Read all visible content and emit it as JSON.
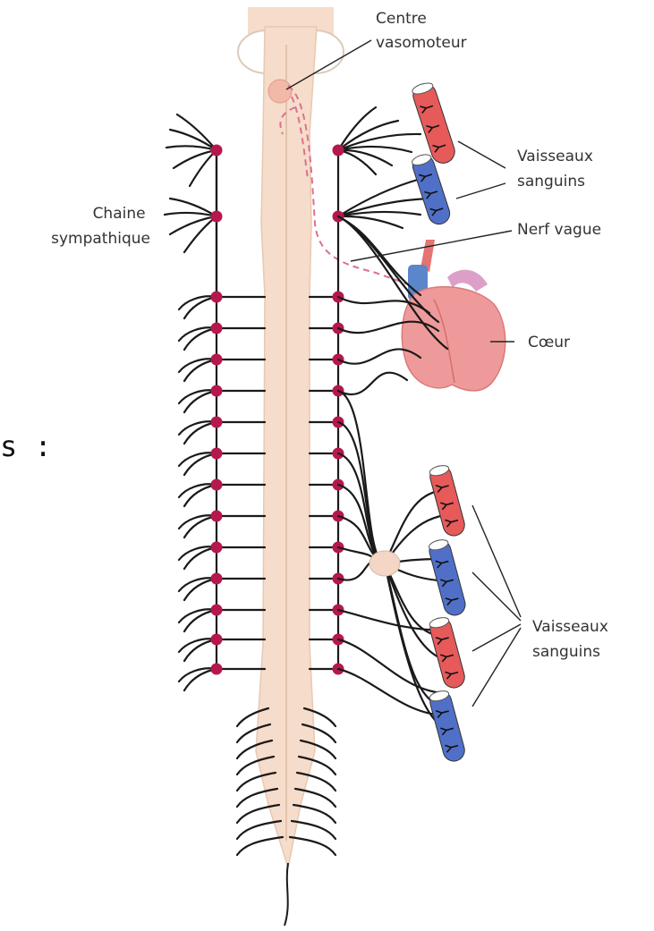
{
  "labels": {
    "vasomotor_center": [
      "Centre",
      "vasomoteur"
    ],
    "vessels_top": [
      "Vaisseaux",
      "sanguins"
    ],
    "sympathetic_chain": [
      "Chaine",
      "sympathique"
    ],
    "vagus_nerve": "Nerf vague",
    "heart": "Cœur",
    "vessels_bottom": [
      "Vaisseaux",
      "sanguins"
    ],
    "cropped_text_fragment": "s :"
  },
  "colors": {
    "spinal_cord": "#f6dccb",
    "ganglion_node": "#b5174f",
    "artery_red": "#e65a5a",
    "vein_blue": "#5070c8",
    "vagus_dashed": "#d9738b",
    "heart": "#ef9a9a",
    "nerve": "#1a1a1a"
  },
  "icons": [
    "brainstem",
    "spinal-cord",
    "sympathetic-ganglion",
    "blood-vessel",
    "heart",
    "vagus-nerve"
  ]
}
